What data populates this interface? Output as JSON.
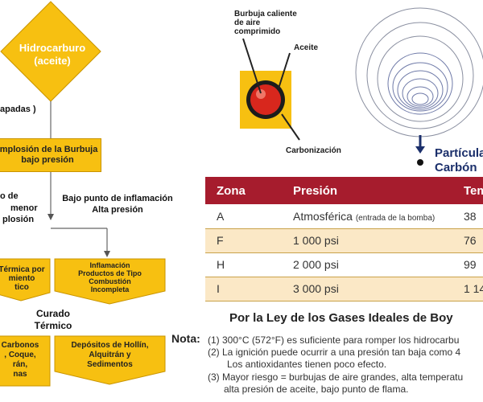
{
  "flowchart": {
    "top_node": "Hidrocarburo\n(aceite)",
    "left_edge_text": "apadas )",
    "implosion_box": "Implosión de la Burbuja\nbajo presión",
    "left_branch_text_1": "o de",
    "left_branch_text_2": "menor",
    "left_branch_text_3": "plosión",
    "right_branch_label": "Bajo punto de inflamación\nAlta presión",
    "left_box": "Térmica por\nmiento\ntico",
    "right_box": "Inflamación\nProductos de Tipo\nCombustión\nIncompleta",
    "curado_label": "Curado\nTérmico",
    "bottom_left_box": "Carbonos\n, Coque,\nrán,\nnas",
    "bottom_right_box": "Depósitos de Hollín,\nAlquitrán y\nSedimentos"
  },
  "bubble_diagram": {
    "label_bubble": "Burbuja caliente\nde aire\ncomprimido",
    "label_oil": "Aceite",
    "label_carbon": "Carbonización"
  },
  "particle": {
    "label": "Partícula\nCarbón"
  },
  "table": {
    "headers": [
      "Zona",
      "Presión",
      "Tem"
    ],
    "rows": [
      {
        "zona": "A",
        "presion": "Atmosférica",
        "presion_note": "(entrada de la bomba)",
        "temp": "38"
      },
      {
        "zona": "F",
        "presion": "1 000 psi",
        "presion_note": "",
        "temp": "76"
      },
      {
        "zona": "H",
        "presion": "2 000 psi",
        "presion_note": "",
        "temp": "99"
      },
      {
        "zona": "I",
        "presion": "3 000 psi",
        "presion_note": "",
        "temp": "1 14"
      }
    ]
  },
  "law_title": "Por la Ley de los Gases Ideales de  Boy",
  "notes": {
    "label": "Nota:",
    "lines": [
      "(1) 300°C (572°F) es suficiente para romper los hidrocarbu",
      "(2) La ignición puede ocurrir a una presión tan baja como 4",
      "Los antioxidantes tienen poco efecto.",
      "(3) Mayor riesgo = burbujas de aire grandes, alta temperatu",
      "alta presión de aceite, bajo punto de flama."
    ]
  },
  "colors": {
    "yellow": "#f7c011",
    "table_header": "#a61c2d",
    "table_alt_row": "#fbe8c6",
    "particle_text": "#1b2f6b",
    "bubble_red": "#d8271d"
  }
}
